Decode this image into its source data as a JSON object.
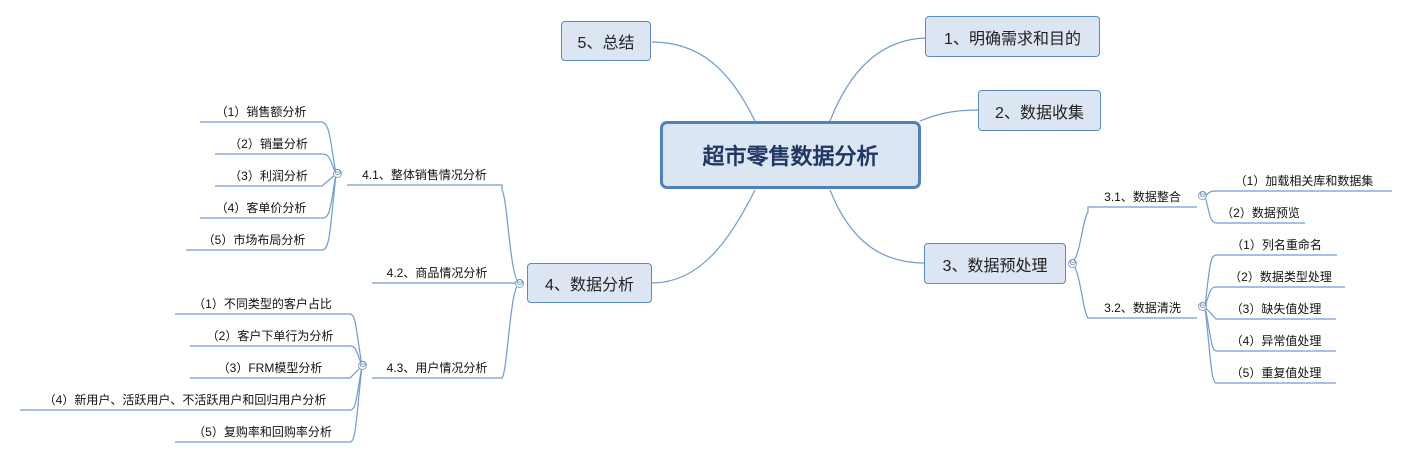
{
  "root": "超市零售数据分析",
  "branches": {
    "b1": "1、明确需求和目的",
    "b2": "2、数据收集",
    "b3": "3、数据预处理",
    "b4": "4、数据分析",
    "b5": "5、总结"
  },
  "b3_children": {
    "s31": "3.1、数据整合",
    "s32": "3.2、数据清洗",
    "s31_items": [
      "（1）加载相关库和数据集",
      "（2）数据预览"
    ],
    "s32_items": [
      "（1）列名重命名",
      "（2）数据类型处理",
      "（3）缺失值处理",
      "（4）异常值处理",
      "（5）重复值处理"
    ]
  },
  "b4_children": {
    "s41": "4.1、整体销售情况分析",
    "s42": "4.2、商品情况分析",
    "s43": "4.3、用户情况分析",
    "s41_items": [
      "（1）销售额分析",
      "（2）销量分析",
      "（3）利润分析",
      "（4）客单价分析",
      "（5）市场布局分析"
    ],
    "s43_items": [
      "（1）不同类型的客户占比",
      "（2）客户下单行为分析",
      "（3）FRM模型分析",
      "（4）新用户、活跃用户、不活跃用户和回归用户分析",
      "（5）复购率和回购率分析"
    ]
  },
  "collapse_symbol": "⊖"
}
